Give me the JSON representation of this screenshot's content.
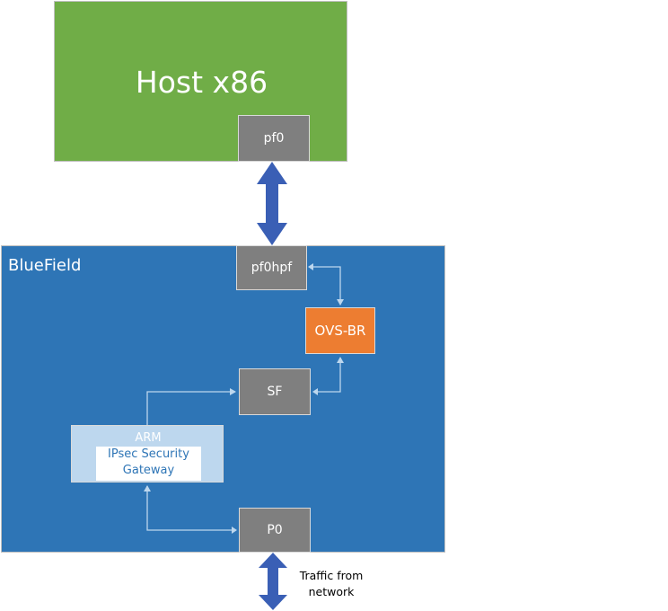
{
  "host": {
    "title": "Host x86",
    "port": "pf0"
  },
  "bluefield": {
    "title": "BlueField",
    "pf0hpf": "pf0hpf",
    "ovs": "OVS-BR",
    "sf": "SF",
    "p0": "P0",
    "arm": {
      "label": "ARM",
      "app_line1": "IPsec Security",
      "app_line2": "Gateway"
    }
  },
  "traffic": {
    "line1": "Traffic from",
    "line2": "network"
  },
  "colors": {
    "host": "#70ad47",
    "bluefield": "#2e75b6",
    "port": "#7f7f7f",
    "ovs": "#ed7d31",
    "arm": "#bdd7ee",
    "arrow": "#3a5fb5"
  }
}
